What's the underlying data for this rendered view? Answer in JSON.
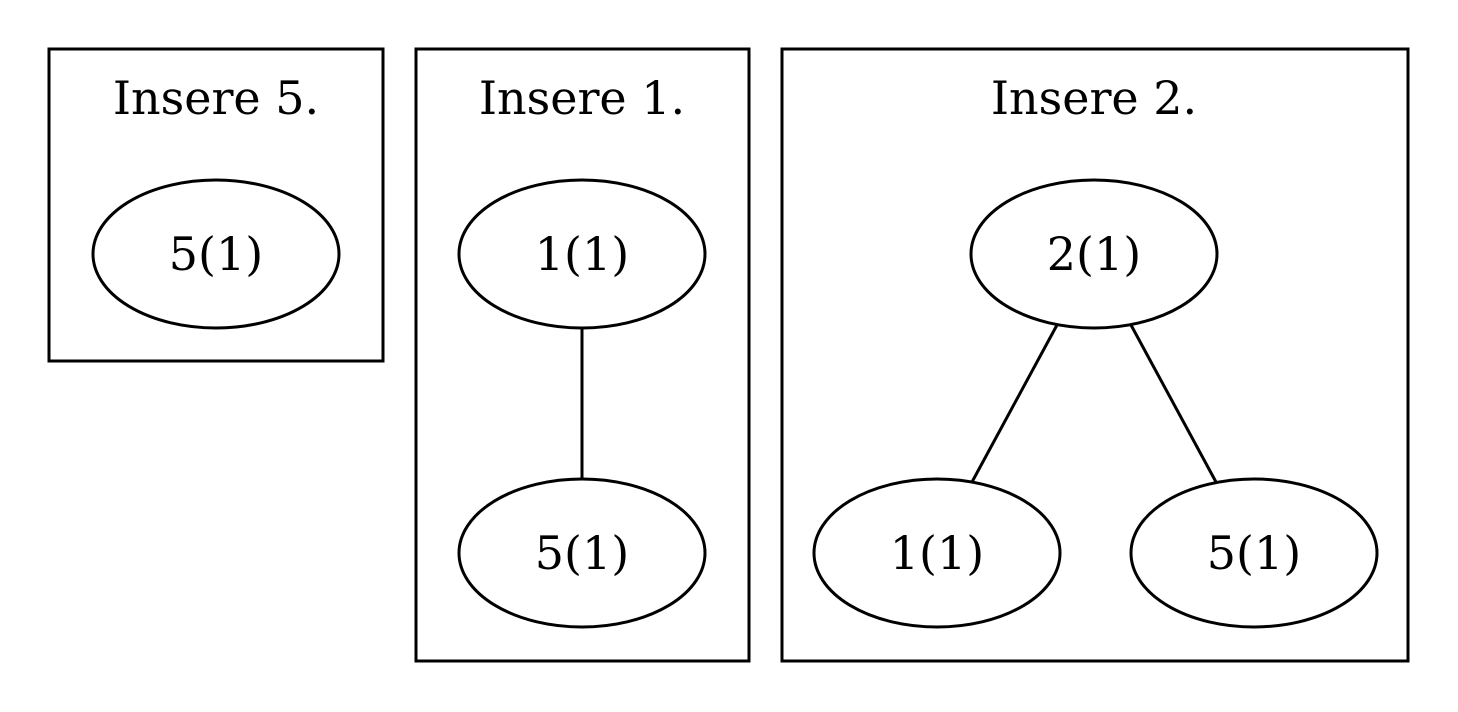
{
  "panels": [
    {
      "title": "Insere 5.",
      "nodes": [
        {
          "label": "5(1)"
        }
      ]
    },
    {
      "title": "Insere 1.",
      "nodes": [
        {
          "label": "1(1)"
        },
        {
          "label": "5(1)"
        }
      ]
    },
    {
      "title": "Insere 2.",
      "nodes": [
        {
          "label": "2(1)"
        },
        {
          "label": "1(1)"
        },
        {
          "label": "5(1)"
        }
      ]
    }
  ]
}
